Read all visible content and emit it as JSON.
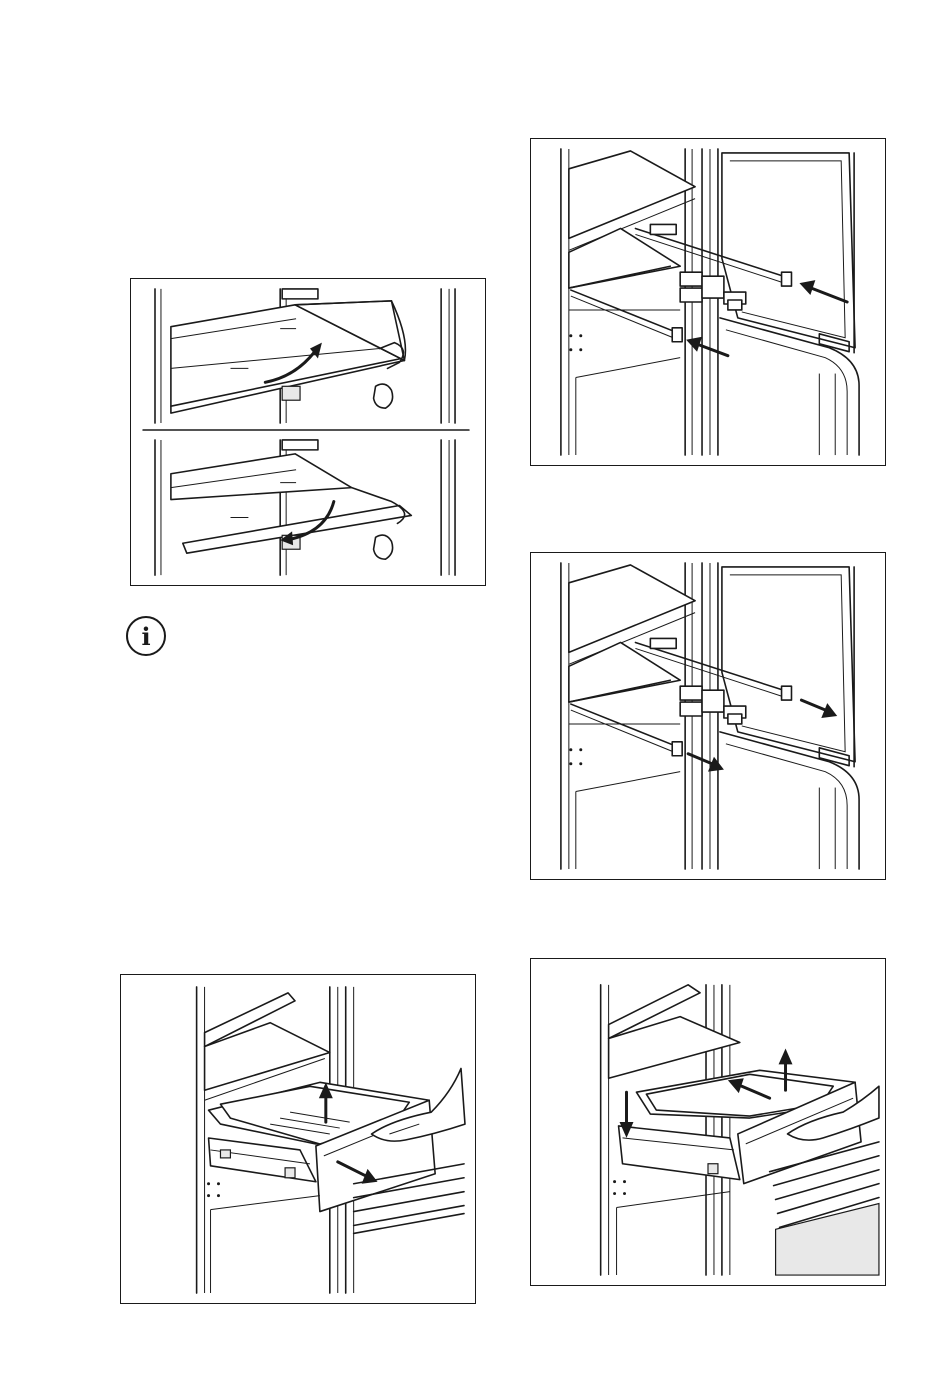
{
  "figures": [
    {
      "name": "shelf-flip-figure",
      "icon": "shelf-illustration-icon"
    },
    {
      "name": "door-rail-insert-figure",
      "icon": "door-rail-illustration-icon"
    },
    {
      "name": "door-rail-remove-figure",
      "icon": "door-rail-illustration-icon"
    },
    {
      "name": "drawer-remove-figure",
      "icon": "drawer-illustration-icon"
    },
    {
      "name": "drawer-insert-figure",
      "icon": "drawer-illustration-icon"
    }
  ],
  "info_icon": {
    "icon": "info-icon",
    "glyph": "i"
  },
  "colors": {
    "line": "#1a1a1a",
    "background": "#ffffff"
  }
}
